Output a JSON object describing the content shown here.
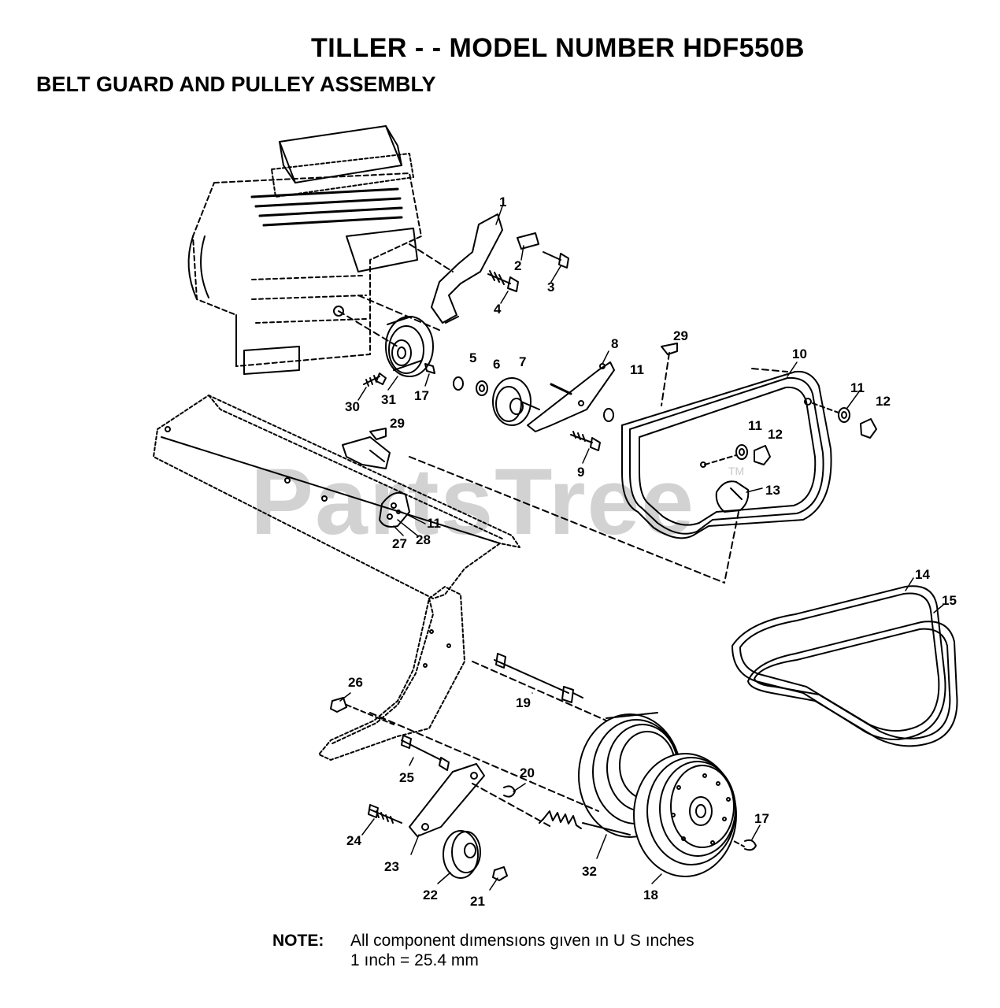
{
  "title": "TILLER - - MODEL NUMBER HDF550B",
  "subtitle": "BELT GUARD AND PULLEY ASSEMBLY",
  "watermark": "PartsTree",
  "watermark_tm": "TM",
  "note": {
    "label": "NOTE:",
    "line1": "All component dımensıons gıven ın U S  ınches",
    "line2": "1 ınch = 25.4 mm"
  },
  "callouts": {
    "c1": "1",
    "c2": "2",
    "c3": "3",
    "c4": "4",
    "c5": "5",
    "c6": "6",
    "c7": "7",
    "c8": "8",
    "c9": "9",
    "c10": "10",
    "c11a": "11",
    "c11b": "11",
    "c11c": "11",
    "c11d": "11",
    "c12a": "12",
    "c12b": "12",
    "c13": "13",
    "c14": "14",
    "c15": "15",
    "c17a": "17",
    "c17b": "17",
    "c18": "18",
    "c19": "19",
    "c20": "20",
    "c21": "21",
    "c22": "22",
    "c23": "23",
    "c24": "24",
    "c25": "25",
    "c26": "26",
    "c27": "27",
    "c28": "28",
    "c29a": "29",
    "c29b": "29",
    "c30": "30",
    "c31": "31",
    "c32": "32"
  }
}
